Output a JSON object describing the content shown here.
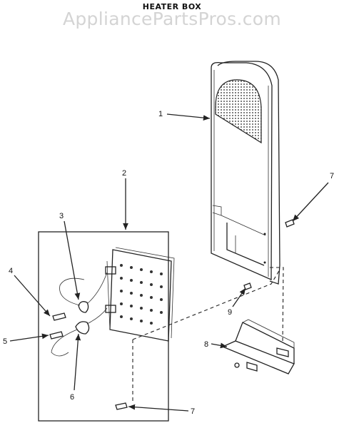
{
  "title": "HEATER BOX",
  "watermark": "AppliancePartsPros.com",
  "callouts": [
    {
      "id": "1",
      "label": "1"
    },
    {
      "id": "2",
      "label": "2"
    },
    {
      "id": "3",
      "label": "3"
    },
    {
      "id": "4",
      "label": "4"
    },
    {
      "id": "5",
      "label": "5"
    },
    {
      "id": "6",
      "label": "6"
    },
    {
      "id": "7a",
      "label": "7"
    },
    {
      "id": "7b",
      "label": "7"
    },
    {
      "id": "8",
      "label": "8"
    },
    {
      "id": "9",
      "label": "9"
    }
  ]
}
